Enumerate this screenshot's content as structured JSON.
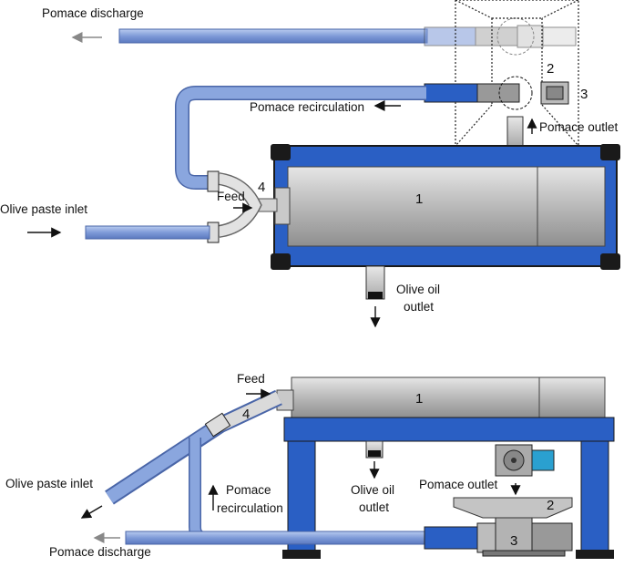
{
  "top_view": {
    "labels": {
      "pomace_discharge": "Pomace discharge",
      "pomace_recirculation": "Pomace recirculation",
      "pomace_outlet": "Pomace outlet",
      "olive_paste_inlet": "Olive paste inlet",
      "feed": "Feed",
      "olive_oil_outlet_line1": "Olive oil",
      "olive_oil_outlet_line2": "outlet"
    },
    "numbers": {
      "decanter": "1",
      "hopper": "2",
      "pump": "3",
      "valve": "4"
    }
  },
  "side_view": {
    "labels": {
      "feed": "Feed",
      "olive_paste_inlet": "Olive paste inlet",
      "pomace_recirculation_line1": "Pomace",
      "pomace_recirculation_line2": "recirculation",
      "olive_oil_outlet_line1": "Olive oil",
      "olive_oil_outlet_line2": "outlet",
      "pomace_outlet": "Pomace outlet",
      "pomace_discharge": "Pomace discharge"
    },
    "numbers": {
      "decanter": "1",
      "hopper": "2",
      "pump": "3",
      "valve": "4"
    }
  },
  "colors": {
    "frame_blue": "#2a5fc4",
    "pipe_blue": "#8aa6de",
    "drum_grey": "#c8c8c8",
    "dark": "#1a1a1a"
  }
}
